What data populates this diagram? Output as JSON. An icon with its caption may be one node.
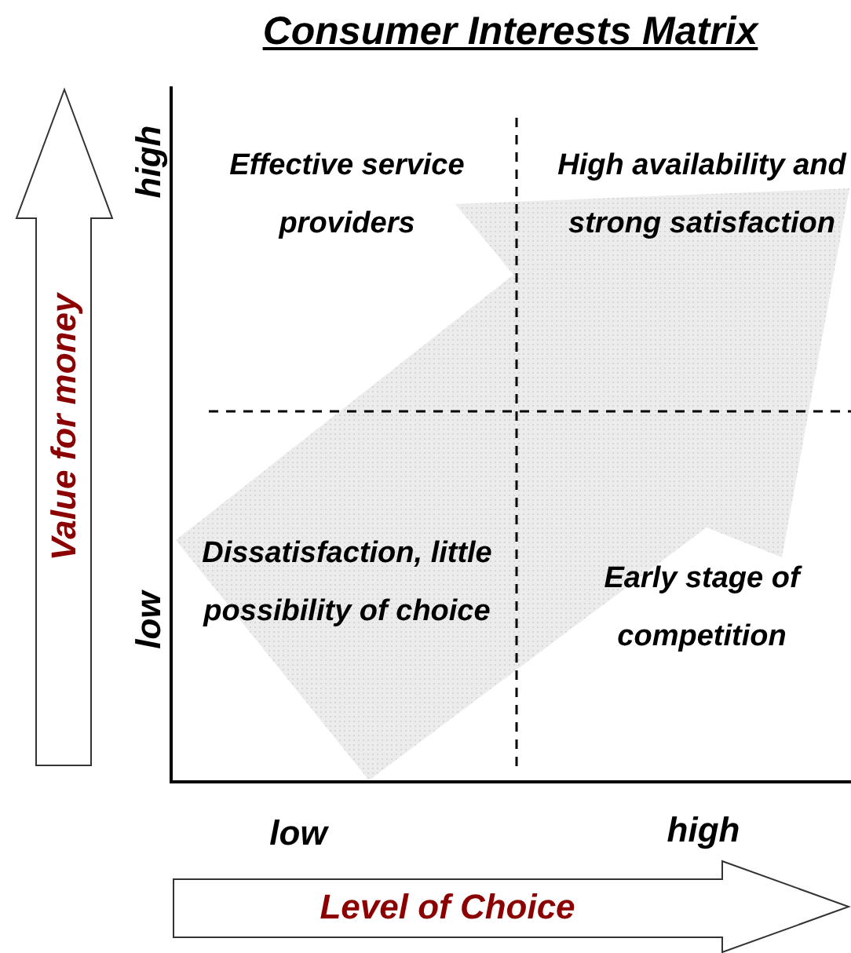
{
  "diagram": {
    "title": "Consumer Interests Matrix",
    "nodes": [
      {
        "text": [
          "Value for money"
        ]
      },
      {
        "text": [
          "Level of Choice"
        ]
      }
    ],
    "labels": [
      "high",
      "Effective service providers",
      "High availability and strong satisfaction",
      "low",
      "Dissatisfaction, little possibility of choice",
      "Early stage of competition",
      "low",
      "high"
    ]
  }
}
